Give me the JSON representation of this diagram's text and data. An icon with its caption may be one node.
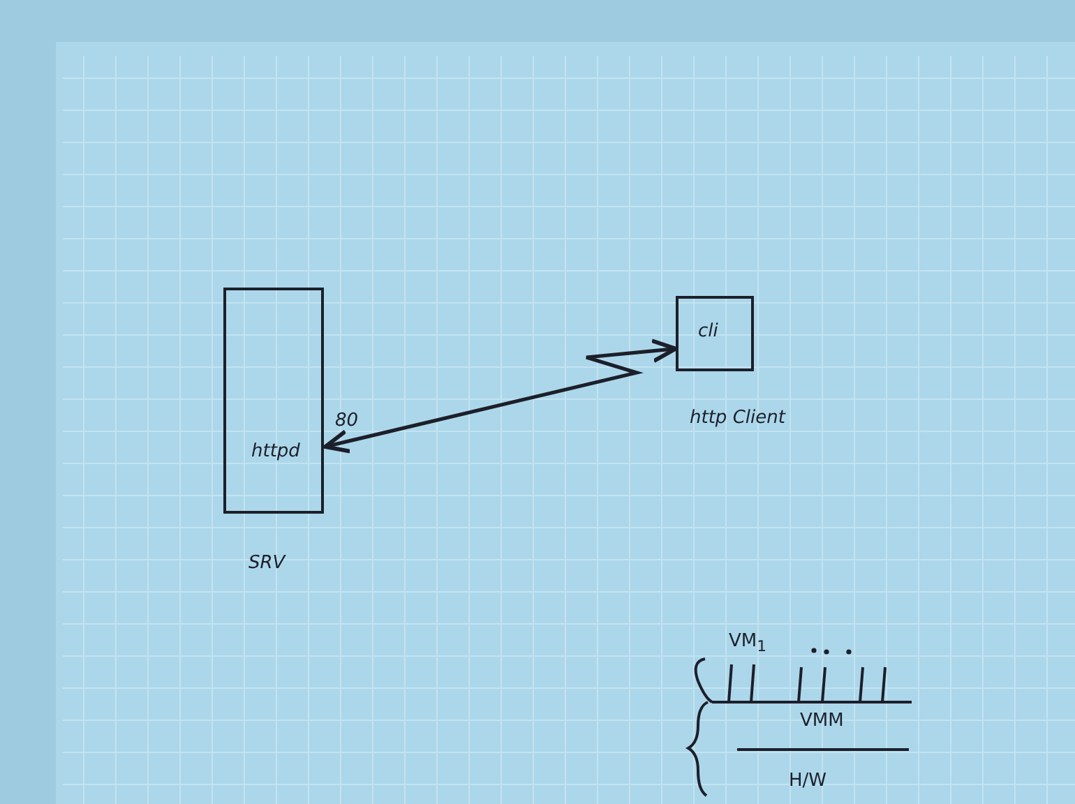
{
  "diagram": {
    "nodes": [
      {
        "text": [
          "httpd"
        ],
        "beside": [
          "80",
          "SRV"
        ]
      },
      {
        "text": [
          "cli"
        ],
        "beside": [
          "http Client"
        ]
      }
    ],
    "edges": [
      {
        "from": 1,
        "to": 0,
        "arrow": "both"
      }
    ],
    "labels": [
      "VM$_{1}$",
      "VMM",
      "H/W"
    ]
  }
}
